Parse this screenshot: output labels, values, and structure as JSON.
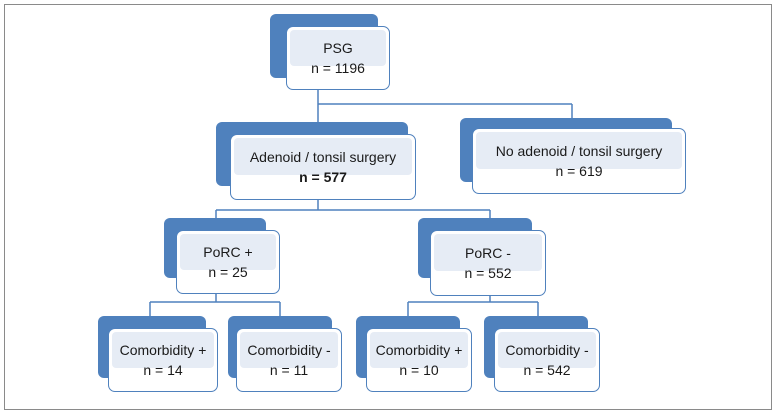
{
  "nodes": {
    "psg": {
      "title": "PSG",
      "count": "n = 1196"
    },
    "adenoid": {
      "title": "Adenoid / tonsil surgery",
      "count": "n = 577"
    },
    "no_adenoid": {
      "title": "No adenoid / tonsil surgery",
      "count": "n = 619"
    },
    "porc_plus": {
      "title": "PoRC +",
      "count": "n = 25"
    },
    "porc_minus": {
      "title": "PoRC -",
      "count": "n = 552"
    },
    "comorb_plus_1": {
      "title": "Comorbidity +",
      "count": "n = 14"
    },
    "comorb_minus_1": {
      "title": "Comorbidity -",
      "count": "n = 11"
    },
    "comorb_plus_2": {
      "title": "Comorbidity +",
      "count": "n = 10"
    },
    "comorb_minus_2": {
      "title": "Comorbidity -",
      "count": "n = 542"
    }
  },
  "colors": {
    "accent": "#4f81bd",
    "inner_fill": "#e6ecf5",
    "border": "#8a8a8a"
  }
}
